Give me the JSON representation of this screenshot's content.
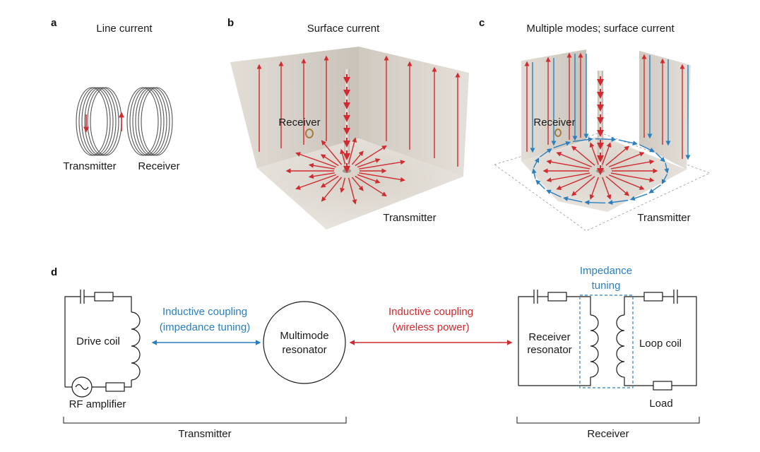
{
  "panels": {
    "a": {
      "letter": "a",
      "title": "Line current",
      "transmitter": "Transmitter",
      "receiver": "Receiver"
    },
    "b": {
      "letter": "b",
      "title": "Surface current",
      "receiver": "Receiver",
      "transmitter": "Transmitter"
    },
    "c": {
      "letter": "c",
      "title": "Multiple modes; surface current",
      "receiver": "Receiver",
      "transmitter": "Transmitter"
    },
    "d": {
      "letter": "d",
      "drive_coil": "Drive coil",
      "rf_amplifier": "RF amplifier",
      "coupling_left_line1": "Inductive coupling",
      "coupling_left_line2": "(impedance tuning)",
      "resonator_line1": "Multimode",
      "resonator_line2": "resonator",
      "coupling_right_line1": "Inductive coupling",
      "coupling_right_line2": "(wireless power)",
      "impedance_line1": "Impedance",
      "impedance_line2": "tuning",
      "receiver_res_line1": "Receiver",
      "receiver_res_line2": "resonator",
      "loop_coil": "Loop coil",
      "load": "Load",
      "transmitter_bracket": "Transmitter",
      "receiver_bracket": "Receiver"
    }
  },
  "colors": {
    "red": "#d12a2f",
    "blue": "#2a7fc0",
    "wall": "#d9d4cc",
    "line": "#1a1a1a"
  }
}
